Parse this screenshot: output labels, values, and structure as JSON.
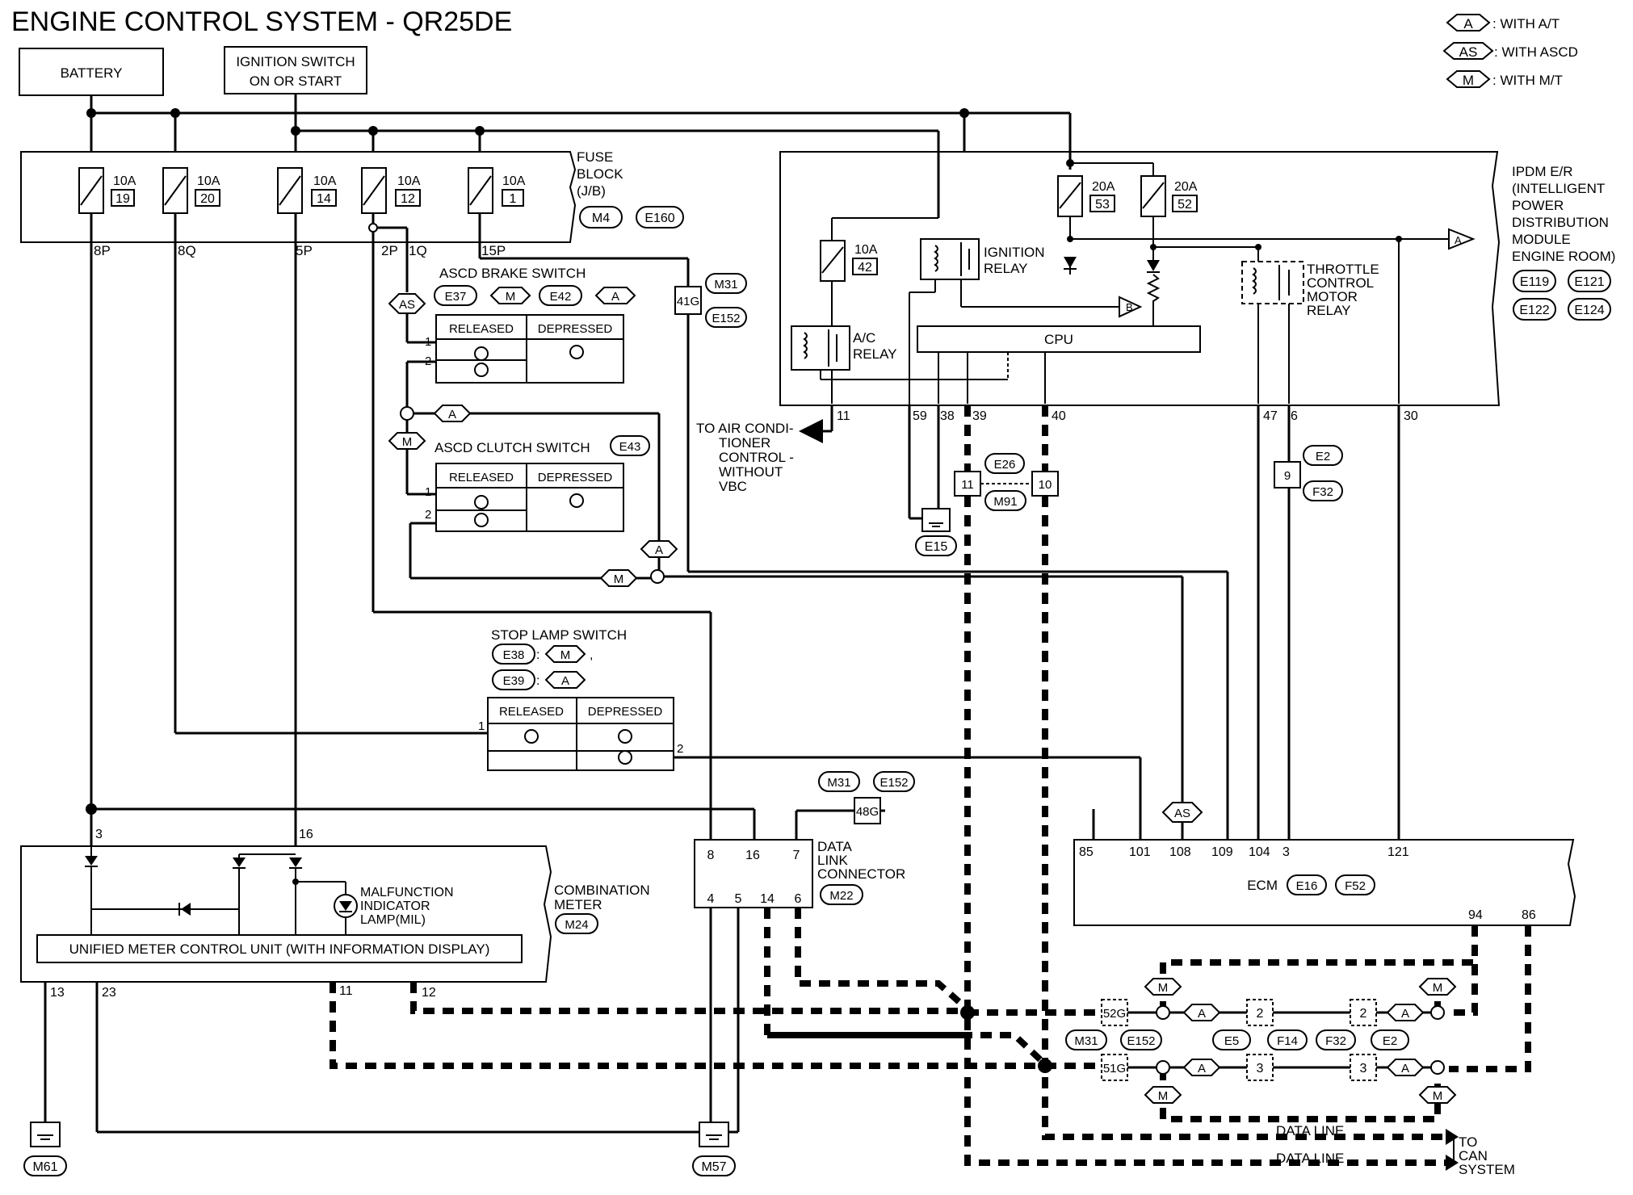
{
  "title": "ENGINE CONTROL SYSTEM - QR25DE",
  "legend": [
    {
      "tag": "A",
      "text": ": WITH A/T"
    },
    {
      "tag": "AS",
      "text": ": WITH ASCD"
    },
    {
      "tag": "M",
      "text": ": WITH M/T"
    }
  ],
  "battery": "BATTERY",
  "ignition": [
    "IGNITION SWITCH",
    "ON OR START"
  ],
  "fuse_block": {
    "label": [
      "FUSE",
      "BLOCK",
      "(J/B)"
    ],
    "connectors": [
      "M4",
      "E160"
    ],
    "fuses": [
      {
        "amp": "10A",
        "num": "19",
        "pin": "8P"
      },
      {
        "amp": "10A",
        "num": "20",
        "pin": "8Q"
      },
      {
        "amp": "10A",
        "num": "14",
        "pin": "5P"
      },
      {
        "amp": "10A",
        "num": "12",
        "pin": "2P"
      },
      {
        "amp": "10A",
        "num": "1",
        "pin": "15P"
      }
    ],
    "extra_pin": "1Q"
  },
  "ipdm": {
    "label": [
      "IPDM E/R",
      "(INTELLIGENT",
      "POWER",
      "DISTRIBUTION",
      "MODULE",
      "ENGINE ROOM)"
    ],
    "connectors": [
      "E119",
      "E121",
      "E122",
      "E124"
    ],
    "fuses": [
      {
        "amp": "10A",
        "num": "42"
      },
      {
        "amp": "20A",
        "num": "53"
      },
      {
        "amp": "20A",
        "num": "52"
      }
    ],
    "ignition_relay": [
      "IGNITION",
      "RELAY"
    ],
    "ac_relay": [
      "A/C",
      "RELAY"
    ],
    "throttle_relay": [
      "THROTTLE",
      "CONTROL",
      "MOTOR",
      "RELAY"
    ],
    "cpu": "CPU",
    "pins": [
      "11",
      "59",
      "38",
      "39",
      "40",
      "47",
      "6",
      "30"
    ],
    "tag_b": "B",
    "tag_a": "A"
  },
  "air_con": [
    "TO AIR CONDI-",
    "TIONER",
    "CONTROL -",
    "WITHOUT",
    "VBC"
  ],
  "asc_brake": {
    "title": "ASCD BRAKE SWITCH",
    "conn": [
      "E37",
      "M",
      "E42",
      "A"
    ],
    "states": [
      "RELEASED",
      "DEPRESSED"
    ],
    "pins": [
      "1",
      "2"
    ]
  },
  "asc_clutch": {
    "title": "ASCD CLUTCH SWITCH",
    "conn": "E43",
    "states": [
      "RELEASED",
      "DEPRESSED"
    ],
    "pins": [
      "1",
      "2"
    ]
  },
  "stop_lamp": {
    "title": "STOP LAMP SWITCH",
    "conn": [
      "E38",
      "M",
      "E39",
      "A"
    ],
    "states": [
      "RELEASED",
      "DEPRESSED"
    ],
    "pins": [
      "1",
      "2"
    ]
  },
  "harness": {
    "m31": "M31",
    "e152": "E152",
    "g41": "41G",
    "g48": "48G",
    "e26": "E26",
    "m91": "M91",
    "p11": "11",
    "p10": "10",
    "e2": "E2",
    "f32": "F32",
    "p9": "9",
    "e15": "E15"
  },
  "dlc": {
    "label": [
      "DATA",
      "LINK",
      "CONNECTOR"
    ],
    "conn": "M22",
    "pins_top": [
      "8",
      "16",
      "7"
    ],
    "pins_bottom": [
      "4",
      "5",
      "14",
      "6"
    ]
  },
  "ecm": {
    "label": "ECM",
    "conn": [
      "E16",
      "F52"
    ],
    "pins": [
      "85",
      "101",
      "108",
      "109",
      "104",
      "3",
      "121"
    ],
    "bottom_pins": [
      "94",
      "86"
    ]
  },
  "combo": {
    "label": [
      "COMBINATION",
      "METER"
    ],
    "conn": "M24",
    "mil": [
      "MALFUNCTION",
      "INDICATOR",
      "LAMP(MIL)"
    ],
    "unified": "UNIFIED METER CONTROL UNIT (WITH INFORMATION DISPLAY)",
    "pins_top": [
      "3",
      "16"
    ],
    "pins_bottom": [
      "13",
      "23",
      "11",
      "12"
    ]
  },
  "can": {
    "g52": "52G",
    "g51": "51G",
    "conn_row": [
      "M31",
      "E152",
      "E5",
      "F14",
      "F32",
      "E2"
    ],
    "pin2": "2",
    "pin3": "3",
    "data_line": "DATA LINE",
    "to_can": [
      "TO",
      "CAN",
      "SYSTEM"
    ]
  },
  "grounds": [
    "M61",
    "M57"
  ]
}
